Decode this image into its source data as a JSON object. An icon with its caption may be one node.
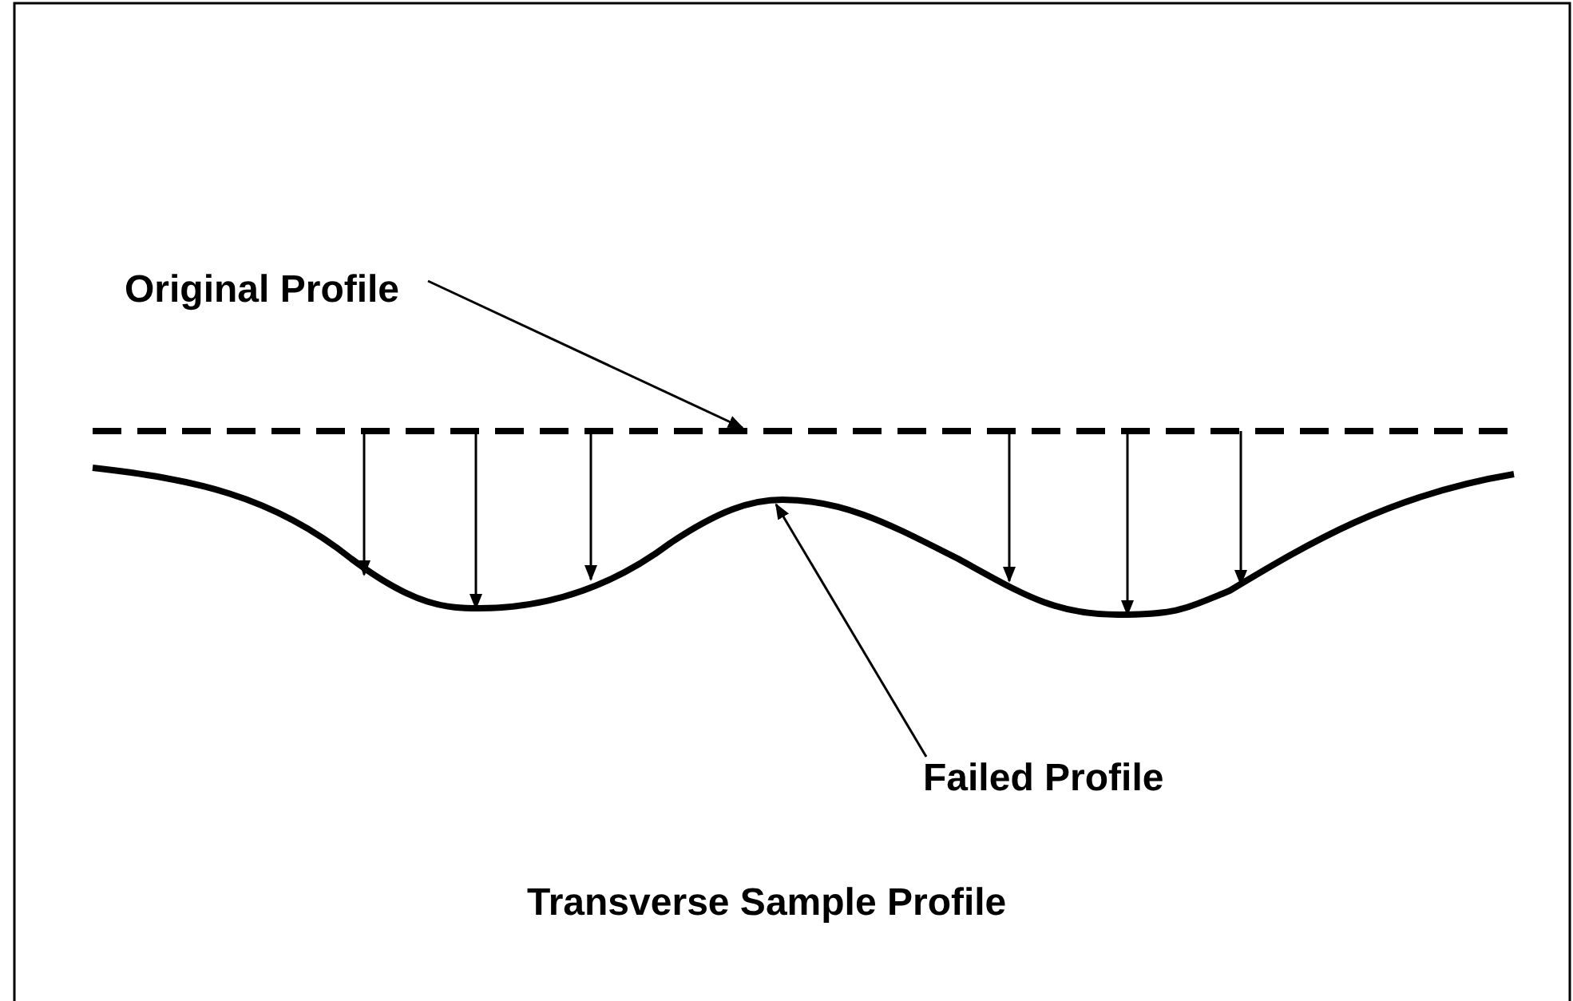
{
  "diagram": {
    "caption": "Transverse Sample Profile",
    "nodes": [
      {
        "text": [
          "Original Profile"
        ]
      },
      {
        "text": [],
        "shape": "line"
      },
      {
        "text": [],
        "shape": "curve"
      },
      {
        "text": [
          "Failed Profile"
        ]
      }
    ],
    "edges": [
      {
        "from": 0,
        "to": 1,
        "arrow": "to"
      },
      {
        "from": 3,
        "to": 2,
        "arrow": "to"
      },
      {
        "from": 1,
        "to": 2,
        "arrow": "to"
      },
      {
        "from": 1,
        "to": 2,
        "arrow": "to"
      },
      {
        "from": 1,
        "to": 2,
        "arrow": "to"
      },
      {
        "from": 1,
        "to": 2,
        "arrow": "to"
      },
      {
        "from": 1,
        "to": 2,
        "arrow": "to"
      },
      {
        "from": 1,
        "to": 2,
        "arrow": "to"
      }
    ]
  }
}
